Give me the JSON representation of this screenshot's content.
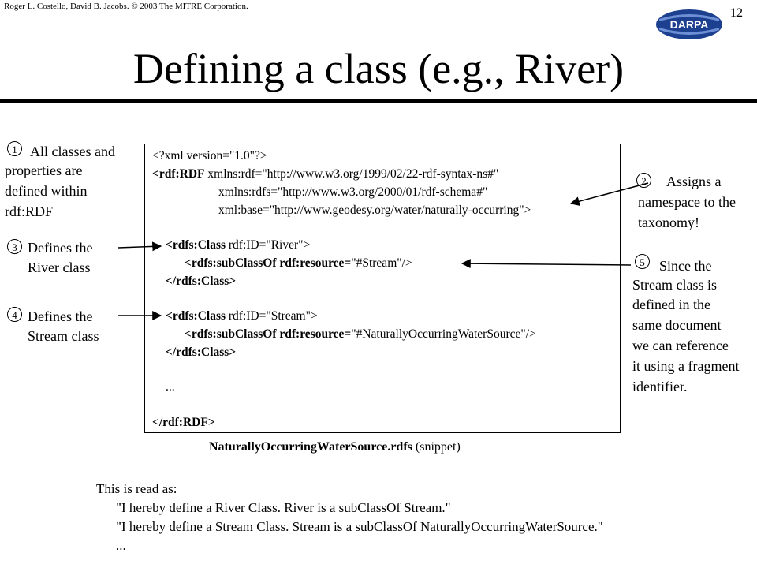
{
  "header": {
    "copyright": "Roger L. Costello, David B. Jacobs. © 2003 The MITRE Corporation.",
    "page_number": "12",
    "logo_text": "DARPA"
  },
  "title": "Defining a class (e.g., River)",
  "code": {
    "line1": "<?xml version=\"1.0\"?>",
    "line2_tag": "<rdf:RDF",
    "line2_rest": " xmlns:rdf=\"http://www.w3.org/1999/02/22-rdf-syntax-ns#\"",
    "line3": "xmlns:rdfs=\"http://www.w3.org/2000/01/rdf-schema#\"",
    "line4": "xml:base=\"http://www.geodesy.org/water/naturally-occurring\">",
    "river_open_tag": "<rdfs:Class",
    "river_open_rest": " rdf:ID=\"River\">",
    "river_sub_tag": "<rdfs:subClassOf rdf:resource=",
    "river_sub_rest": "\"#Stream\"/>",
    "river_close": "</rdfs:Class>",
    "stream_open_tag": "<rdfs:Class",
    "stream_open_rest": " rdf:ID=\"Stream\">",
    "stream_sub_tag": "<rdfs:subClassOf rdf:resource=",
    "stream_sub_rest": "\"#NaturallyOccurringWaterSource\"/>",
    "stream_close": "</rdfs:Class>",
    "ellipsis": "...",
    "rdf_close": "</rdf:RDF>"
  },
  "caption": {
    "filename": "NaturallyOccurringWaterSource.rdfs",
    "suffix": " (snippet)"
  },
  "notes": {
    "n1": {
      "num": "1",
      "lines": [
        "All classes and",
        "properties are",
        "defined within",
        "rdf:RDF"
      ]
    },
    "n2": {
      "num": "2",
      "lines": [
        "Assigns a",
        "namespace to the",
        "taxonomy!"
      ]
    },
    "n3": {
      "num": "3",
      "lines": [
        "Defines the",
        "River class"
      ]
    },
    "n4": {
      "num": "4",
      "lines": [
        "Defines the",
        "Stream class"
      ]
    },
    "n5": {
      "num": "5",
      "lines": [
        "Since the",
        "Stream class is",
        "defined in  the",
        "same document",
        "we can reference",
        "it using a fragment",
        "identifier."
      ]
    }
  },
  "summary": {
    "intro": "This is read as:",
    "line1": "\"I hereby define a River Class.  River is a subClassOf Stream.\"",
    "line2": "\"I hereby define a Stream Class.  Stream is a subClassOf NaturallyOccurringWaterSource.\"",
    "line3": "..."
  }
}
